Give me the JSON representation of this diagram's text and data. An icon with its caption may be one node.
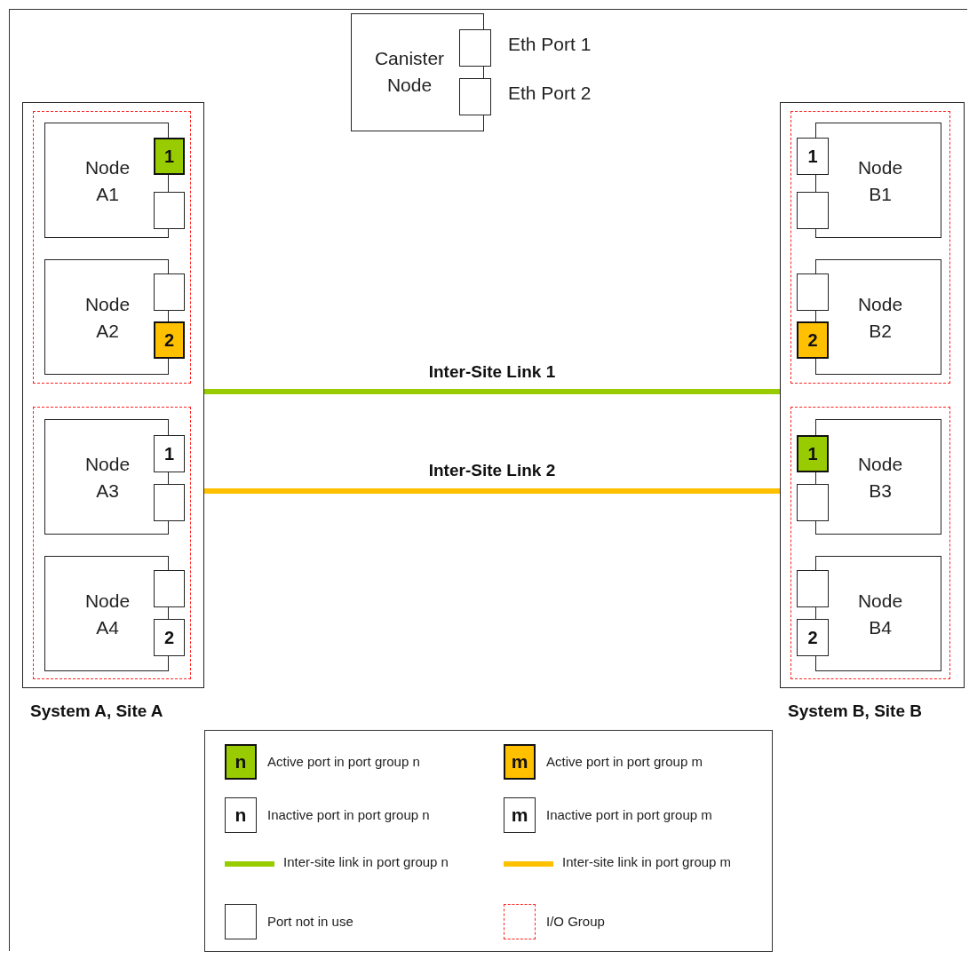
{
  "diagram": {
    "nodes": [
      {
        "text": [
          "Canister Node"
        ]
      },
      {
        "text": [],
        "shape": "box",
        "beside": [
          "Eth Port 1"
        ]
      },
      {
        "text": [],
        "shape": "box",
        "beside": [
          "Eth Port 2"
        ]
      },
      {
        "text": [
          "System A, Site A"
        ]
      },
      {
        "text": [],
        "shape": "box",
        "in": 3
      },
      {
        "text": [
          "Node A1"
        ],
        "in": 4
      },
      {
        "text": [
          "1"
        ],
        "in": 4
      },
      {
        "text": [],
        "shape": "box",
        "in": 4
      },
      {
        "text": [
          "Node A2"
        ],
        "in": 4
      },
      {
        "text": [],
        "shape": "box",
        "in": 4
      },
      {
        "text": [
          "2"
        ],
        "in": 4
      },
      {
        "text": [],
        "shape": "box",
        "in": 3
      },
      {
        "text": [
          "Node A3"
        ],
        "in": 11
      },
      {
        "text": [
          "1"
        ],
        "in": 11
      },
      {
        "text": [],
        "shape": "box",
        "in": 11
      },
      {
        "text": [
          "Node A4"
        ],
        "in": 11
      },
      {
        "text": [],
        "shape": "box",
        "in": 11
      },
      {
        "text": [
          "2"
        ],
        "in": 11
      },
      {
        "text": [
          "System B, Site B"
        ]
      },
      {
        "text": [],
        "shape": "box",
        "in": 18
      },
      {
        "text": [
          "Node B1"
        ],
        "in": 19
      },
      {
        "text": [
          "1"
        ],
        "in": 19
      },
      {
        "text": [],
        "shape": "box",
        "in": 19
      },
      {
        "text": [
          "Node B2"
        ],
        "in": 19
      },
      {
        "text": [],
        "shape": "box",
        "in": 19
      },
      {
        "text": [
          "2"
        ],
        "in": 19
      },
      {
        "text": [],
        "shape": "box",
        "in": 18
      },
      {
        "text": [
          "Node B3"
        ],
        "in": 26
      },
      {
        "text": [
          "1"
        ],
        "in": 26
      },
      {
        "text": [],
        "shape": "box",
        "in": 26
      },
      {
        "text": [
          "Node B4"
        ],
        "in": 26
      },
      {
        "text": [],
        "shape": "box",
        "in": 26
      },
      {
        "text": [
          "2"
        ],
        "in": 26
      }
    ],
    "edges": [
      {
        "from": 3,
        "to": 18,
        "arrow": "none",
        "label": "Inter-Site Link 1",
        "color": "#99cc00"
      },
      {
        "from": 3,
        "to": 18,
        "arrow": "none",
        "label": "Inter-Site Link 2",
        "color": "#ffc000"
      }
    ],
    "labels": [
      "n",
      "m",
      "n",
      "m"
    ],
    "legend": [
      {
        "text": "Active port in port group n",
        "color": "#99cc00"
      },
      {
        "text": "Active port in port group m",
        "color": "#ffc000"
      },
      {
        "text": "Inactive port in port group n"
      },
      {
        "text": "Inactive port in port group m"
      },
      {
        "text": "Inter-site link in port group n",
        "color": "#99cc00"
      },
      {
        "text": "Inter-site link in port group m",
        "color": "#ffc000"
      },
      {
        "text": "Port not in use"
      },
      {
        "text": "I/O Group"
      }
    ]
  }
}
